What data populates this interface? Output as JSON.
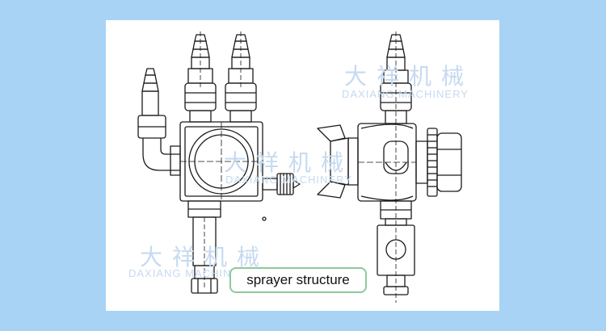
{
  "caption": "sprayer structure",
  "watermark": {
    "chinese": "大祥机械",
    "english": "DAXIANG MACHINERY"
  },
  "colors": {
    "background": "#a9d3f5",
    "panel": "#ffffff",
    "line": "#1a1a1a",
    "watermark": "#c6daf0",
    "caption_border": "#8dc99b"
  }
}
